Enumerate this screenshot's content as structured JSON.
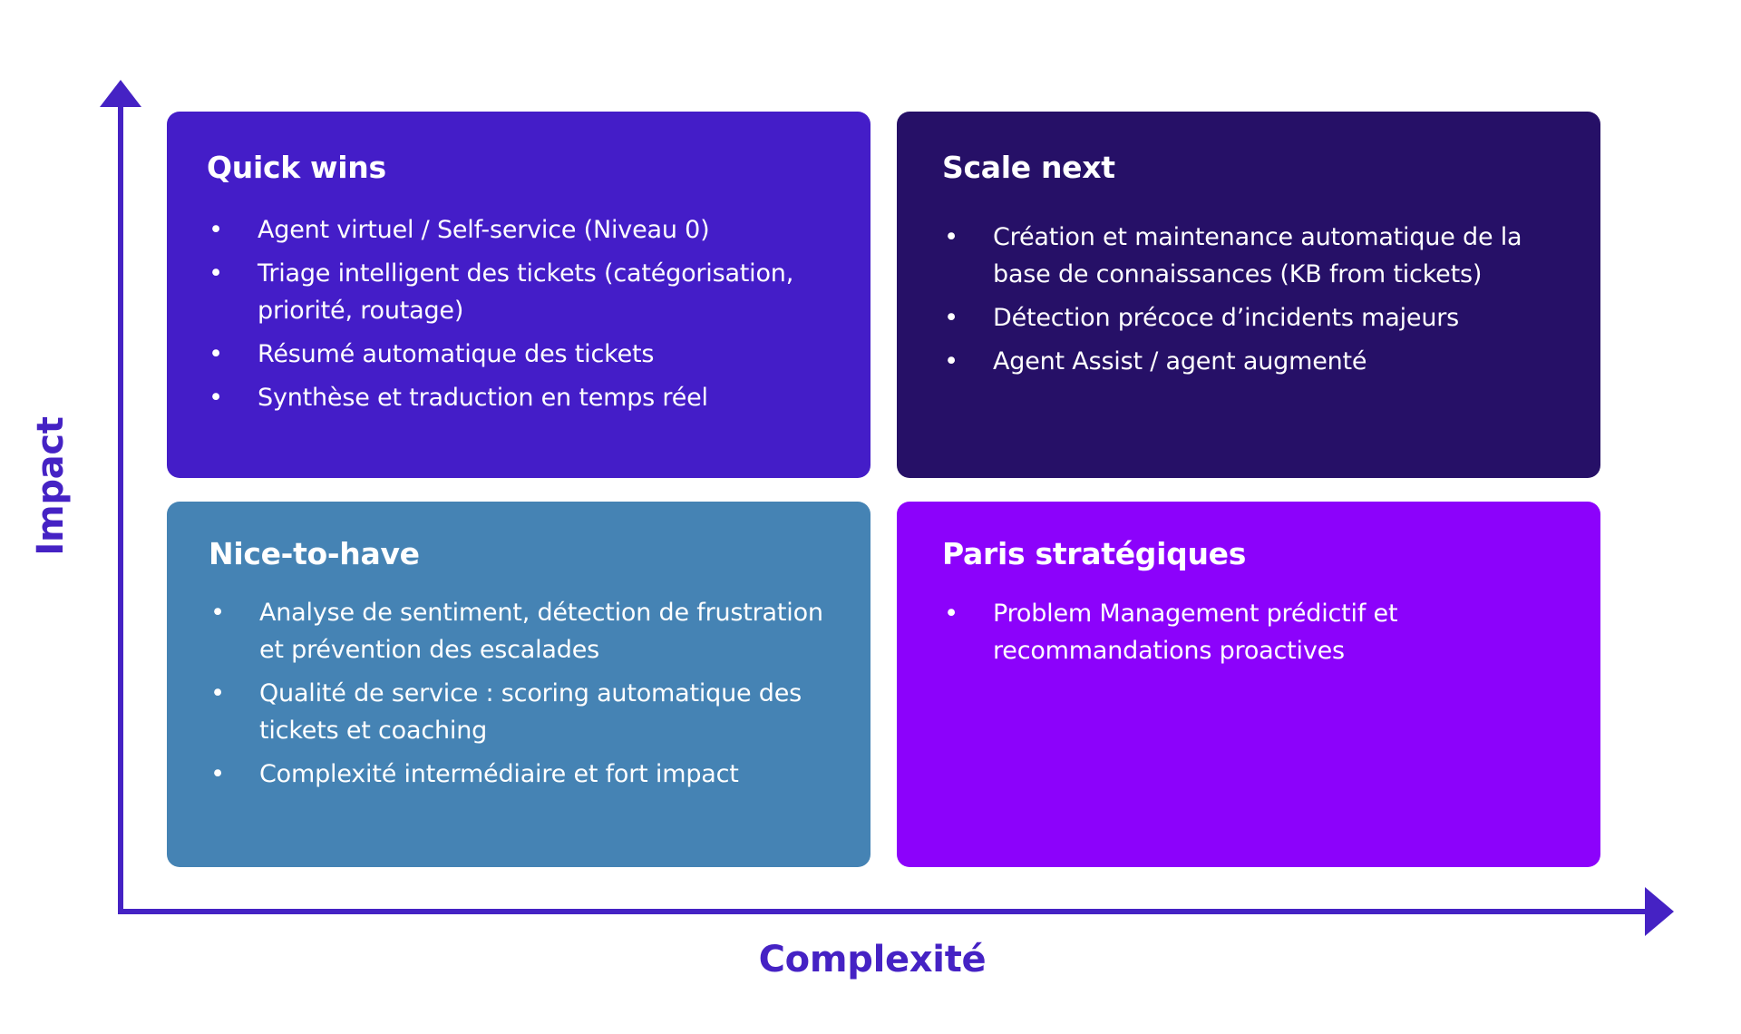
{
  "colors": {
    "axis": "#4522c4",
    "quick_wins": "#441dc8",
    "scale_next": "#261067",
    "nice_to_have": "#4583b4",
    "paris_strategiques": "#8c02fb",
    "text_on_card": "#ffffff"
  },
  "axes": {
    "y_label": "Impact",
    "x_label": "Complexité"
  },
  "quadrants": {
    "quick_wins": {
      "title": "Quick wins",
      "items": [
        "Agent virtuel / Self-service (Niveau 0)",
        "Triage intelligent des tickets (catégorisation, priorité, routage)",
        "Résumé automatique des tickets",
        "Synthèse et traduction en temps réel"
      ]
    },
    "scale_next": {
      "title": "Scale next",
      "items": [
        "Création et maintenance automatique de la base de connaissances (KB from tickets)",
        "Détection précoce d’incidents majeurs",
        "Agent Assist / agent augmenté"
      ]
    },
    "nice_to_have": {
      "title": "Nice-to-have",
      "items": [
        "Analyse de sentiment, détection de frustration et prévention des escalades",
        "Qualité de service : scoring automatique des tickets et coaching",
        "Complexité intermédiaire et fort impact"
      ]
    },
    "paris_strategiques": {
      "title": "Paris stratégiques",
      "items": [
        "Problem Management prédictif et recommandations proactives"
      ]
    }
  },
  "bullet_glyph": "•"
}
